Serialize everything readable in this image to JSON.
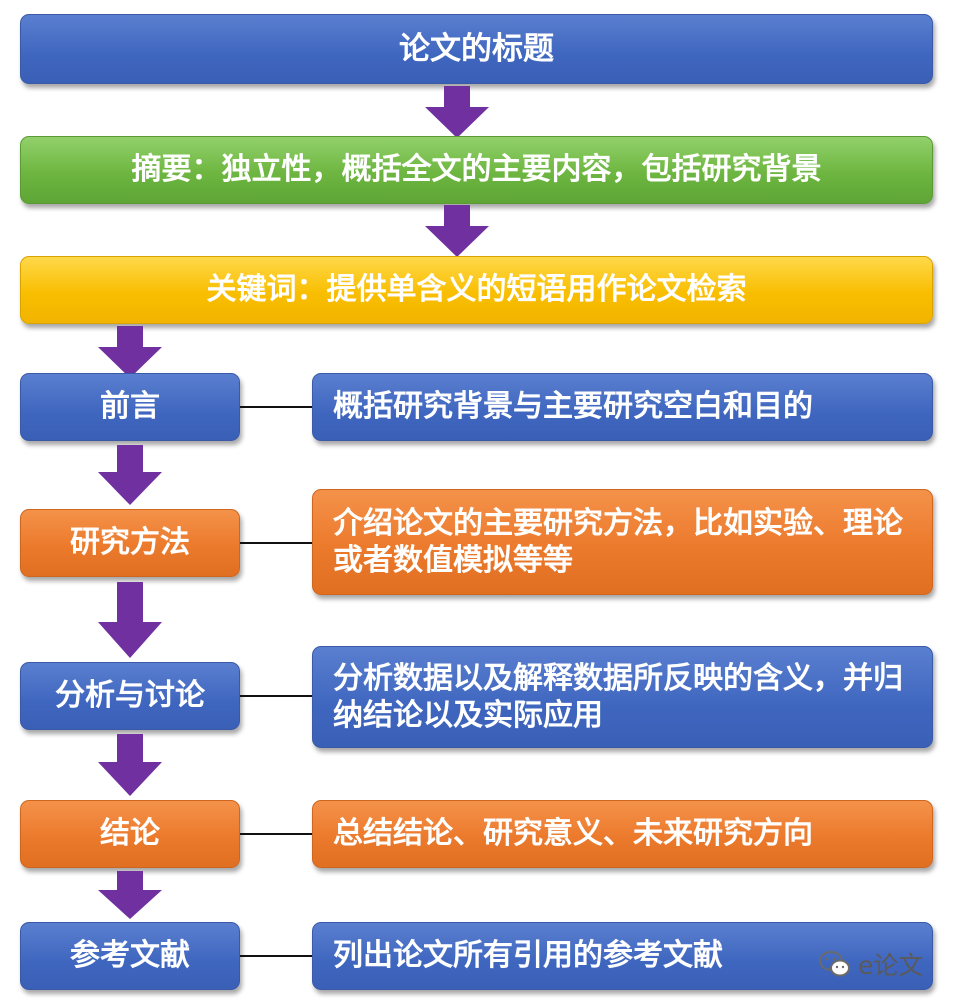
{
  "top": {
    "title": "论文的标题",
    "abstract": "摘要：独立性，概括全文的主要内容，包括研究背景",
    "keywords": "关键词：提供单含义的短语用作论文检索"
  },
  "sections": [
    {
      "label": "前言",
      "desc": "概括研究背景与主要研究空白和目的"
    },
    {
      "label": "研究方法",
      "desc": "介绍论文的主要研究方法，比如实验、理论或者数值模拟等等"
    },
    {
      "label": "分析与讨论",
      "desc": "分析数据以及解释数据所反映的含义，并归纳结论以及实际应用"
    },
    {
      "label": "结论",
      "desc": "总结结论、研究意义、未来研究方向"
    },
    {
      "label": "参考文献",
      "desc": "列出论文所有引用的参考文献"
    }
  ],
  "watermark": {
    "text": "e论文",
    "icon": "wechat-icon"
  },
  "colors": {
    "blue": "#4472C4",
    "green": "#70AD47",
    "yellow": "#FFC000",
    "orange": "#ED7D31",
    "arrow": "#7030A0"
  }
}
